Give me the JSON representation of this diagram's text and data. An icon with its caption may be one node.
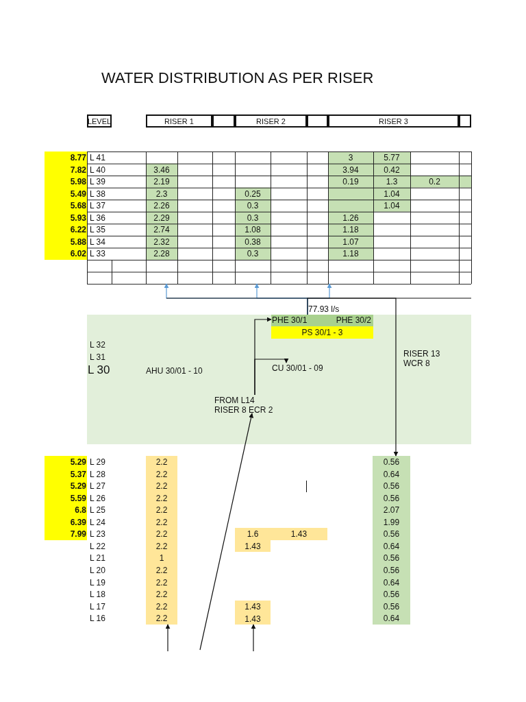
{
  "diagram": {
    "title": "WATER DISTRIBUTION AS PER RISER",
    "nodes": [
      {
        "text": [
          "LEVEL"
        ]
      },
      {
        "text": [
          "RISER 1"
        ]
      },
      {
        "text": [],
        "shape": "box"
      },
      {
        "text": [
          "RISER 2"
        ]
      },
      {
        "text": [],
        "shape": "box"
      },
      {
        "text": [
          "RISER 3"
        ]
      },
      {
        "text": [],
        "shape": "box"
      },
      {
        "text": [
          "8.77",
          "7.82",
          "5.98",
          "5.49",
          "5.68",
          "5.93",
          "6.22",
          "5.88",
          "6.02"
        ]
      },
      {
        "text": [
          "L 41",
          "3",
          "5.77",
          "L 40",
          "3.46",
          "3.94",
          "0.42",
          "L 39",
          "2.19",
          "0.19",
          "1.3",
          "0.2",
          "L 38",
          "2.3",
          "0.25",
          "1.04",
          "L 37",
          "2.26",
          "0.3",
          "1.04",
          "L 36",
          "2.29",
          "0.3",
          "1.26",
          "L 35",
          "2.74",
          "1.08",
          "1.18",
          "L 34",
          "2.32",
          "0.38",
          "1.07",
          "L 33",
          "2.28",
          "0.3",
          "1.18"
        ]
      },
      {
        "text": [
          "L 32",
          "L 31",
          "L 30",
          "AHU 30/01 - 10",
          "RISER 13 WCR 8"
        ]
      },
      {
        "text": [
          "PHE 30/1",
          "PHE 30/2"
        ],
        "in": 9
      },
      {
        "text": [
          "PS 30/1 - 3"
        ],
        "in": 9
      },
      {
        "text": [
          "CU 30/01 - 09"
        ],
        "in": 9
      },
      {
        "text": [
          "FROM L14 RISER 8 ECR 2"
        ],
        "in": 9
      },
      {
        "text": [
          "5.29",
          "5.37",
          "5.29",
          "5.59",
          "6.8",
          "6.39",
          "7.99"
        ]
      },
      {
        "text": [
          "2.2",
          "2.2",
          "2.2",
          "2.2",
          "2.2",
          "2.2",
          "2.2",
          "2.2",
          "1",
          "2.2",
          "2.2",
          "2.2",
          "2.2",
          "2.2"
        ]
      },
      {
        "text": [
          "1.6",
          "1.43"
        ]
      },
      {
        "text": [
          "1.43"
        ]
      },
      {
        "text": [
          "1.43",
          "1.43"
        ]
      },
      {
        "text": [
          "0.56",
          "0.64",
          "0.56",
          "0.56",
          "2.07",
          "1.99",
          "0.56",
          "0.64",
          "0.56",
          "0.56",
          "0.64",
          "0.56",
          "0.56",
          "0.64"
        ]
      }
    ],
    "edges": [
      {
        "from": 10,
        "to": 8,
        "arrow": "to",
        "color": "#5b9bd5"
      },
      {
        "from": 10,
        "to": 8,
        "arrow": "to",
        "color": "#5b9bd5"
      },
      {
        "from": 10,
        "to": 8,
        "arrow": "to",
        "color": "#5b9bd5"
      },
      {
        "from": 10,
        "to": 19,
        "arrow": "to"
      },
      {
        "from": 13,
        "to": 10,
        "arrow": "to"
      },
      {
        "from": 13,
        "to": 12,
        "arrow": "to"
      },
      {
        "from": null,
        "to": 13,
        "arrow": "to"
      },
      {
        "from": null,
        "to": 15,
        "arrow": "to"
      },
      {
        "from": null,
        "to": 18,
        "arrow": "to"
      }
    ],
    "labels": [
      "77.93 l/s",
      "L 29",
      "L 28",
      "L 27",
      "L 26",
      "L 25",
      "L 24",
      "L 23",
      "L 22",
      "L 21",
      "L 20",
      "L 19",
      "L 18",
      "L 17",
      "L 16"
    ]
  }
}
